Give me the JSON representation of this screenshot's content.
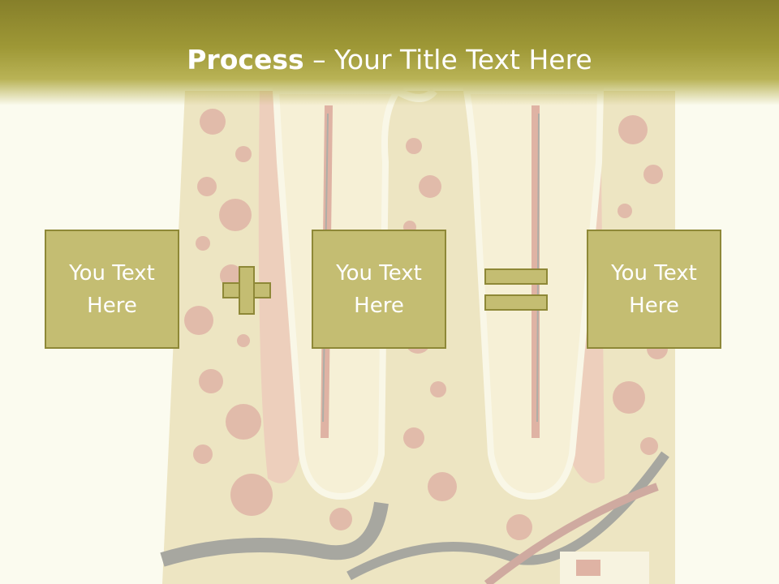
{
  "slide": {
    "title_bold": "Process",
    "title_rest": " – Your Title Text Here"
  },
  "process": {
    "boxes": [
      {
        "line1": "You Text",
        "line2": "Here"
      },
      {
        "line1": "You Text",
        "line2": "Here"
      },
      {
        "line1": "You Text",
        "line2": "Here"
      }
    ],
    "operators": [
      "plus",
      "equals"
    ]
  },
  "colors": {
    "header": "#9e9836",
    "box_fill": "#c4bd72",
    "box_border": "#8e8837",
    "background": "#fbfbef"
  },
  "background_image": "tooth-cross-section"
}
